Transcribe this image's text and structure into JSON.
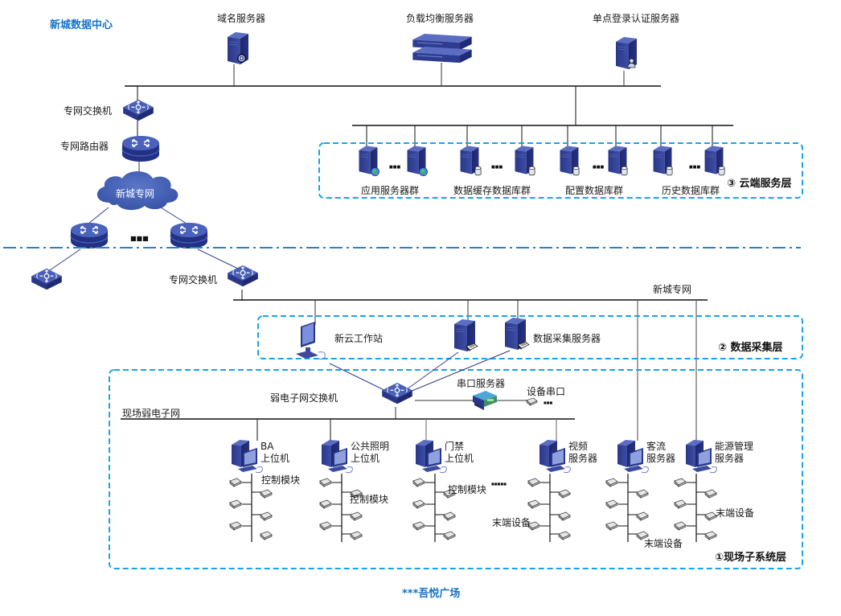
{
  "title": "新城数据中心",
  "footer": "***吾悦广场",
  "colors": {
    "device_blue": "#2e3d8f",
    "device_light": "#4f63b8",
    "layer_border": "#1aa3e8",
    "title_blue": "#1673c8",
    "divider": "#2f7fc4"
  },
  "top_servers": [
    {
      "label": "域名服务器",
      "icon": "dns-server-icon"
    },
    {
      "label": "负载均衡服务器",
      "icon": "load-balancer-icon"
    },
    {
      "label": "单点登录认证服务器",
      "icon": "auth-server-icon"
    }
  ],
  "core": {
    "switch_label": "专网交换机",
    "router_label": "专网路由器",
    "cloud_label": "新城专网",
    "ellipsis": "■■■",
    "branch_switch_label": "专网交换机"
  },
  "cloud_layer": {
    "name": "③ 云端服务层",
    "groups": [
      {
        "label": "应用服务器群",
        "badge": "globe"
      },
      {
        "label": "数据缓存数据库群",
        "badge": "database"
      },
      {
        "label": "配置数据库群",
        "badge": "database"
      },
      {
        "label": "历史数据库群",
        "badge": "database"
      }
    ],
    "ellipsis": "■■■"
  },
  "collect_layer": {
    "name": "② 数据采集层",
    "bus_label": "新城专网",
    "workstation_label": "新云工作站",
    "collector_label": "数据采集服务器"
  },
  "field_layer": {
    "name": "①现场子系统层",
    "switch_label": "弱电子网交换机",
    "bus_label": "现场弱电子网",
    "serial_server_label": "串口服务器",
    "device_serial_label": "设备串口",
    "ellipsis": "■■■",
    "mid_ellipsis": "■■■■■",
    "subsystems": [
      {
        "line1": "BA",
        "line2": "上位机",
        "annotation": "控制模块"
      },
      {
        "line1": "公共照明",
        "line2": "上位机",
        "annotation": "控制模块"
      },
      {
        "line1": "门禁",
        "line2": "上位机",
        "annotation": "控制模块"
      },
      {
        "line1": "视频",
        "line2": "服务器",
        "annotation": "末端设备"
      },
      {
        "line1": "客流",
        "line2": "服务器",
        "annotation": "末端设备"
      },
      {
        "line1": "能源管理",
        "line2": "服务器",
        "annotation": "末端设备"
      }
    ]
  }
}
